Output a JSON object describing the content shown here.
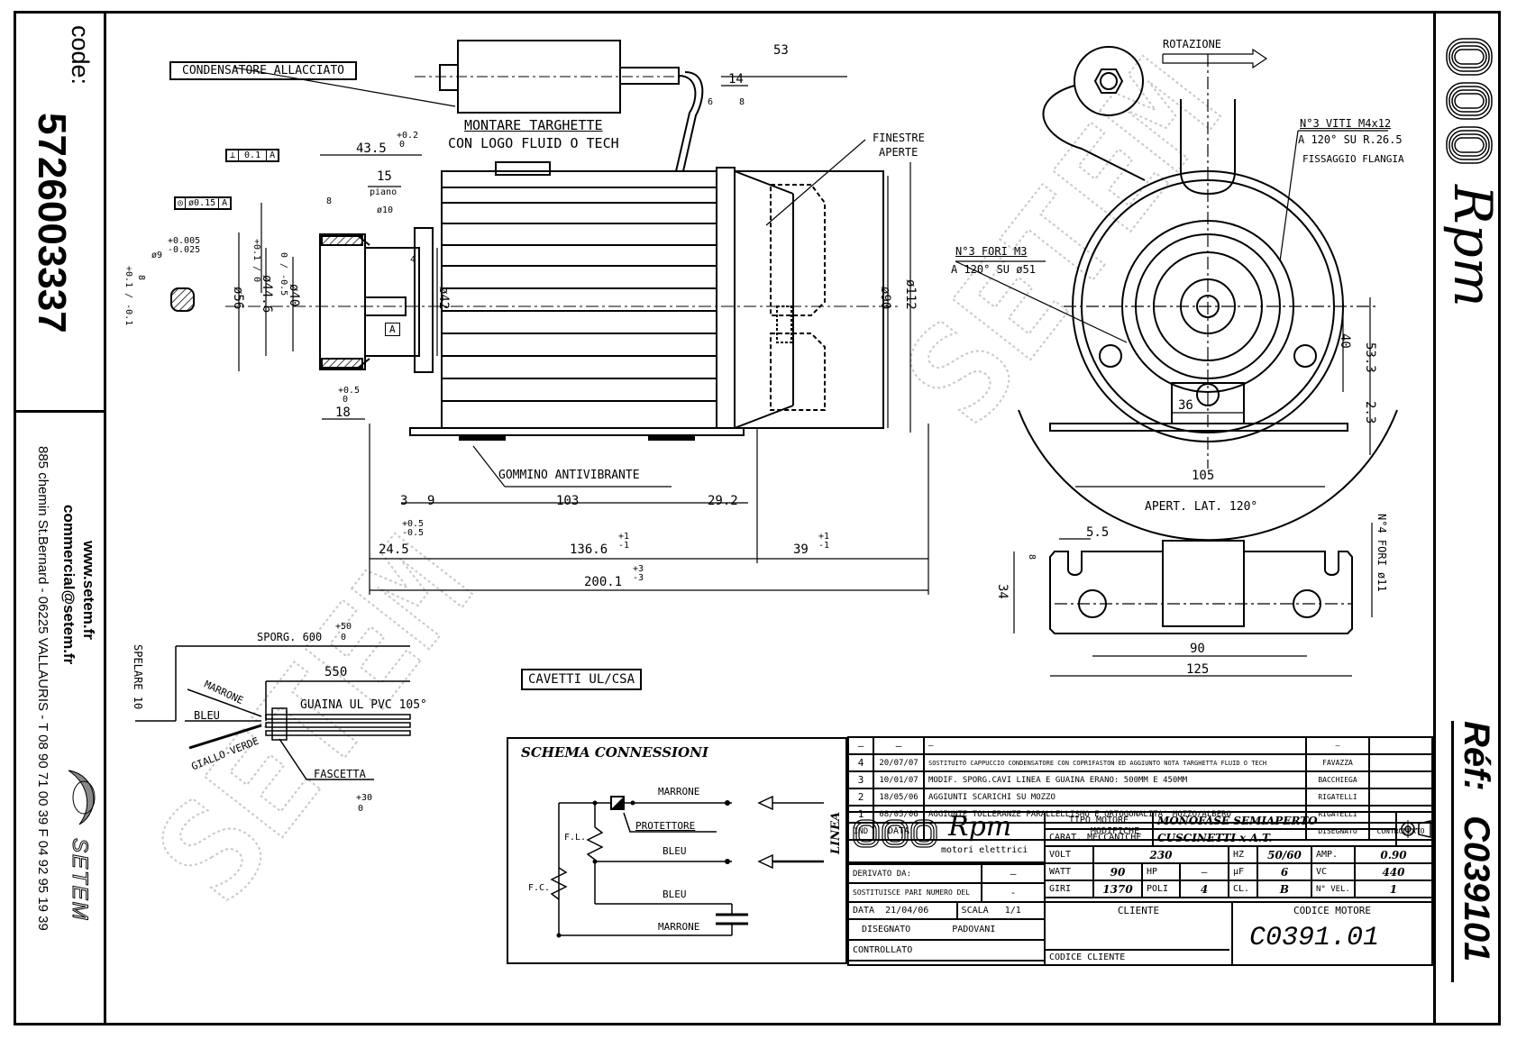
{
  "left_panel": {
    "code_label": "code:",
    "code_value": "5726003337",
    "website": "www.setem.fr",
    "email": "commercial@setem.fr",
    "address": "885 chemin St.Bernard  -  06225 VALLAURIS  -  T 08 90 71 00 39   F 04 92 95 19 39",
    "brand": "SETEM"
  },
  "right_panel": {
    "brand": "Rpm",
    "ref_label": "Réf:",
    "ref_value": "C039101"
  },
  "side_view": {
    "capacitor_label": "CONDENSATORE ALLACCIATO",
    "nameplate_note_1": "MONTARE TARGHETTE",
    "nameplate_note_2": "CON LOGO FLUID O TECH",
    "windows_label_1": "FINESTRE",
    "windows_label_2": "APERTE",
    "antivib_label": "GOMMINO ANTIVIBRANTE",
    "perp_tolerance": [
      "⊥",
      "0.1",
      "A"
    ],
    "conc_tolerance": [
      "◎",
      "ø0.15",
      "A"
    ],
    "datum": "A",
    "dims": {
      "d43_5": "43.5",
      "d43_5_tol_up": "+0.2",
      "d43_5_tol_dn": "0",
      "d15": "15",
      "piano": "piano",
      "d10": "ø10",
      "d8": "8",
      "d4": "4",
      "d9": "ø9",
      "d9_tol_up": "+0.005",
      "d9_tol_dn": "-0.025",
      "d8b": "8",
      "d8b_tol": "+0.1 / -0.1",
      "d56": "ø56",
      "d44_6": "ø44.6",
      "d44_6_tol": "+0.1 / 0",
      "d40": "ø40",
      "d40_tol": "0 / -0.5",
      "d42": "ø42",
      "d18": "18",
      "d18_tol_up": "+0.5",
      "d18_tol_dn": "0",
      "d53": "53",
      "d14": "14",
      "d6": "6",
      "d8c": "8",
      "d90": "ø90",
      "d112": "ø112",
      "d3": "3",
      "d9b": "9",
      "d103": "103",
      "d29_2": "29.2",
      "d24_5": "24.5",
      "d24_5_tol_up": "+0.5",
      "d24_5_tol_dn": "-0.5",
      "d136_6": "136.6",
      "d136_6_tol_up": "+1",
      "d136_6_tol_dn": "-1",
      "d39": "39",
      "d39_tol_up": "+1",
      "d39_tol_dn": "-1",
      "d200_1": "200.1",
      "d200_1_tol_up": "+3",
      "d200_1_tol_dn": "-3"
    }
  },
  "front_view": {
    "rotation_label": "ROTAZIONE",
    "screws_1": "N°3 VITI M4x12",
    "screws_2": "A 120° SU R.26.5",
    "screws_3": "FISSAGGIO FLANGIA",
    "holes_1": "N°3 FORI M3",
    "holes_2": "A 120° SU ø51",
    "d40": "40",
    "d53_3": "53.3",
    "d36": "36",
    "d2_3": "2.3",
    "d105": "105",
    "aperture": "APERT. LAT. 120°"
  },
  "base_view": {
    "d5_5": "5.5",
    "d8": "8",
    "d34": "34",
    "d90": "90",
    "d125": "125",
    "holes": "N°4 FORI ø11"
  },
  "cable": {
    "sporg": "SPORG. 600",
    "sporg_tol_up": "+50",
    "sporg_tol_dn": "0",
    "d550": "550",
    "spelare": "SPELARE 10",
    "marrone": "MARRONE",
    "bleu": "BLEU",
    "giallo_verde": "GIALLO-VERDE",
    "guaina": "GUAINA  UL PVC 105°",
    "fascetta": "FASCETTA",
    "fascetta_tol_up": "+30",
    "fascetta_tol_dn": "0",
    "cavetti": "CAVETTI UL/CSA"
  },
  "schema": {
    "title": "SCHEMA CONNESSIONI",
    "marrone_1": "MARRONE",
    "protettore": "PROTETTORE",
    "bleu_1": "BLEU",
    "bleu_2": "BLEU",
    "marrone_2": "MARRONE",
    "fl": "F.L.",
    "fc": "F.C.",
    "linea": "LINEA"
  },
  "revisions": {
    "rows": [
      {
        "ind": "–",
        "data": "–",
        "modifica": "–",
        "disegnato": "–",
        "controllato": ""
      },
      {
        "ind": "4",
        "data": "20/07/07",
        "modifica": "SOSTITUITO CAPPUCCIO CONDENSATORE CON COPRIFASTON ED AGGIUNTO NOTA TARGHETTA FLUID O TECH",
        "disegnato": "FAVAZZA",
        "controllato": ""
      },
      {
        "ind": "3",
        "data": "10/01/07",
        "modifica": "MODIF. SPORG.CAVI LINEA E GUAINA ERANO: 500MM E 450MM",
        "disegnato": "BACCHIEGA",
        "controllato": ""
      },
      {
        "ind": "2",
        "data": "18/05/06",
        "modifica": "AGGIUNTI SCARICHI SU MOZZO",
        "disegnato": "RIGATELLI",
        "controllato": ""
      },
      {
        "ind": "1",
        "data": "08/05/06",
        "modifica": "AGGIUNTE TOLLERANZE PARALLELLISMO E ORTOGONALITA' MOZZO/ALBERO",
        "disegnato": "RIGATELLI",
        "controllato": ""
      }
    ],
    "header": {
      "ind": "IND",
      "data": "DATA",
      "modifica": "MODIFICHE",
      "disegnato": "DISEGNATO",
      "controllato": "CONTROLLATO"
    }
  },
  "title_block": {
    "logo_text": "Rpm",
    "logo_sub": "motori elettrici",
    "tipo_motore_label": "TIPO MOTORE",
    "tipo_motore": "MONOFASE SEMIAPERTO",
    "carat_label": "CARAT. MECCANICHE",
    "carat": "CUSCINETTI x A.T.",
    "volt_label": "VOLT",
    "volt": "230",
    "hz_label": "HZ",
    "hz": "50/60",
    "amp_label": "AMP.",
    "amp": "0.90",
    "derivato_label": "DERIVATO DA:",
    "derivato": "–",
    "watt_label": "WATT",
    "watt": "90",
    "hp_label": "HP",
    "hp": "–",
    "uf_label": "µF",
    "uf": "6",
    "vc_label": "VC",
    "vc": "440",
    "sostituisce_label": "SOSTITUISCE PARI NUMERO DEL",
    "sostituisce": "-",
    "giri_label": "GIRI",
    "giri": "1370",
    "poli_label": "POLI",
    "poli": "4",
    "cl_label": "CL.",
    "cl": "B",
    "nvel_label": "N° VEL.",
    "nvel": "1",
    "data_label": "DATA",
    "data": "21/04/06",
    "scala_label": "SCALA",
    "scala": "1/1",
    "cliente_label": "CLIENTE",
    "codice_motore_label": "CODICE MOTORE",
    "codice_motore": "C0391.01",
    "disegnato_label": "DISEGNATO",
    "disegnato": "PADOVANI",
    "controllato_label": "CONTROLLATO",
    "codice_cliente_label": "CODICE CLIENTE"
  }
}
